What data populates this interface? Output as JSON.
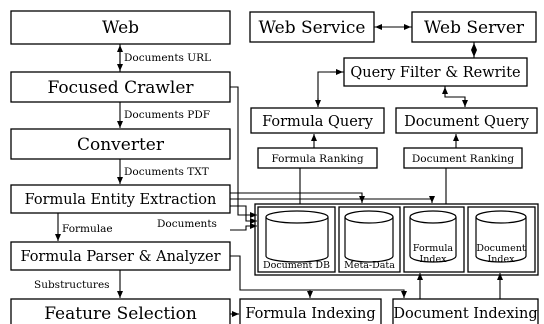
{
  "boxes": {
    "web": "Web",
    "focused_crawler": "Focused Crawler",
    "converter": "Converter",
    "formula_entity_extraction": "Formula Entity Extraction",
    "formula_parser": "Formula Parser & Analyzer",
    "feature_selection": "Feature Selection",
    "web_service": "Web Service",
    "web_server": "Web Server",
    "query_filter": "Query Filter & Rewrite",
    "formula_query": "Formula Query",
    "document_query": "Document Query",
    "formula_ranking": "Formula Ranking",
    "document_ranking": "Document Ranking",
    "formula_indexing": "Formula Indexing",
    "document_indexing": "Document Indexing"
  },
  "flow_labels": {
    "documents_url": "Documents URL",
    "documents_pdf": "Documents PDF",
    "documents_txt": "Documents TXT",
    "formulae": "Formulae",
    "documents": "Documents",
    "substructures": "Substructures"
  },
  "stores": {
    "document_db": "Document DB",
    "meta_data": "Meta-Data",
    "formula_index_1": "Formula",
    "formula_index_2": "Index",
    "document_index_1": "Document",
    "document_index_2": "Index"
  }
}
